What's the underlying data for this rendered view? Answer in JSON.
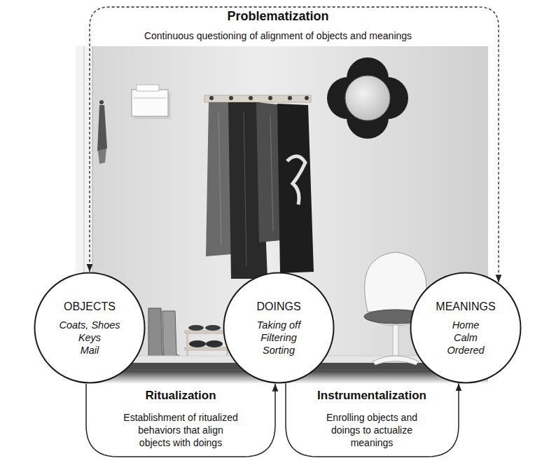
{
  "diagram": {
    "nodes": [
      {
        "text": [
          "OBJECTS",
          "Coats, Shoes Keys Mail"
        ]
      },
      {
        "text": [
          "DOINGS",
          "Taking off Filtering Sorting"
        ]
      },
      {
        "text": [
          "MEANINGS",
          "Home Calm Ordered"
        ]
      }
    ],
    "edges": [
      {
        "from": 0,
        "to": 2,
        "label": "Problematization",
        "arrow": "both"
      },
      {
        "from": 0,
        "to": 1,
        "label": "Ritualization",
        "arrow": "to"
      },
      {
        "from": 1,
        "to": 2,
        "label": "Instrumentalization",
        "arrow": "to"
      }
    ],
    "labels": [
      "Continuous questioning of alignment of objects and meanings",
      "Establishment of ritualized behaviors that align objects with doings",
      "Enrolling objects and doings to actualize meanings"
    ]
  }
}
